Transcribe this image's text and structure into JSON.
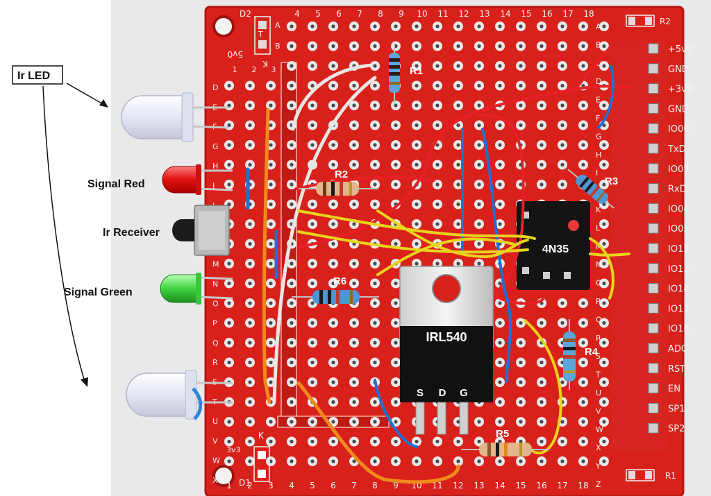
{
  "labels": {
    "ir_led": "Ir LED",
    "signal_red": "Signal Red",
    "ir_receiver": "Ir Receiver",
    "signal_green": "Signal Green"
  },
  "components": {
    "r1": "R1",
    "r2": "R2",
    "r3": "R3",
    "r4": "R4",
    "r5": "R5",
    "r6": "R6",
    "optocoupler": "4N35",
    "mosfet": "IRL540",
    "mosfet_pins": [
      "S",
      "D",
      "G"
    ]
  },
  "board": {
    "top_marks": [
      "D2",
      "T",
      "A",
      "B",
      "5v0",
      "K"
    ],
    "corner_labels": [
      "R2",
      "R1",
      "D1",
      "3v3",
      "K"
    ],
    "column_numbers": [
      "1",
      "2",
      "3",
      "4",
      "5",
      "6",
      "7",
      "8",
      "9",
      "10",
      "11",
      "12",
      "13",
      "14",
      "15",
      "16",
      "17",
      "18"
    ],
    "row_letters_left": [
      "D",
      "E",
      "F",
      "G",
      "H",
      "I",
      "J",
      "K",
      "L",
      "M",
      "N",
      "O",
      "P",
      "Q",
      "R",
      "S",
      "T",
      "U",
      "V",
      "W",
      "X"
    ],
    "row_letters_right": [
      "A",
      "B",
      "C",
      "D",
      "E",
      "F",
      "G",
      "H",
      "I",
      "J",
      "K",
      "L",
      "M",
      "N",
      "O",
      "P",
      "Q",
      "R",
      "S",
      "T",
      "U",
      "V",
      "W",
      "X",
      "Y",
      "Z"
    ],
    "header_pins": [
      "+5v0",
      "GND",
      "+3v3",
      "GND",
      "IO00",
      "TxD",
      "IO02",
      "RxD",
      "IO04",
      "IO05",
      "IO12",
      "IO13",
      "IO14",
      "IO15",
      "IO16",
      "ADC",
      "RST",
      "EN",
      "SP1",
      "SP2"
    ]
  }
}
